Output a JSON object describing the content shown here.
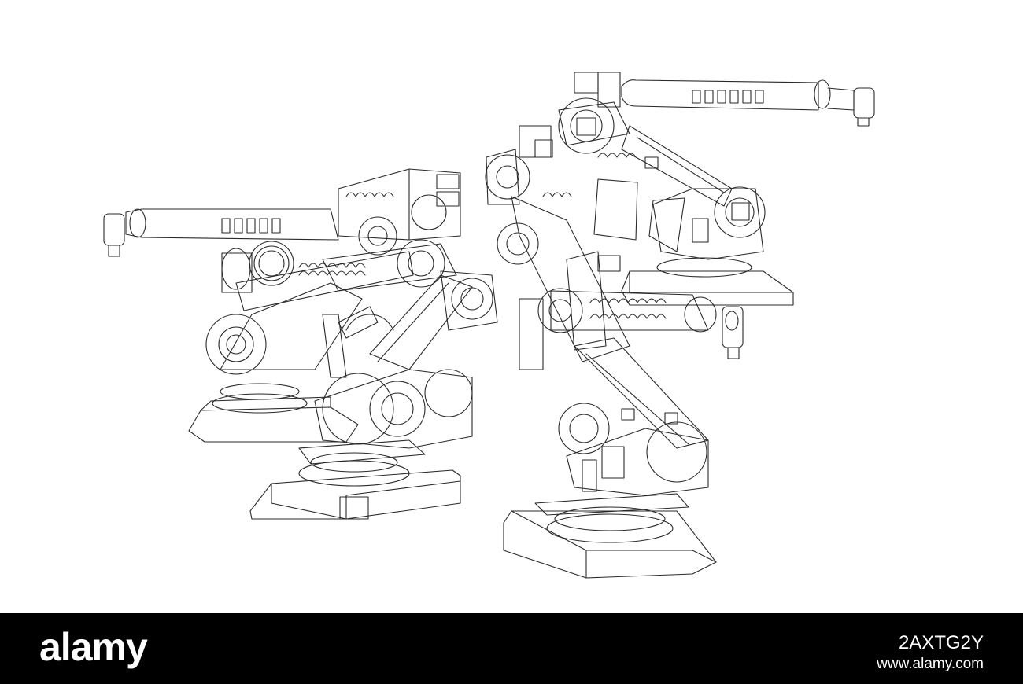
{
  "image": {
    "subject": "wireframe-industrial-robot-arms",
    "line_color": "#2a2a2a",
    "background": "#ffffff"
  },
  "footer": {
    "background": "#000000",
    "brand": "alamy",
    "image_id": "2AXTG2Y",
    "url": "www.alamy.com"
  }
}
